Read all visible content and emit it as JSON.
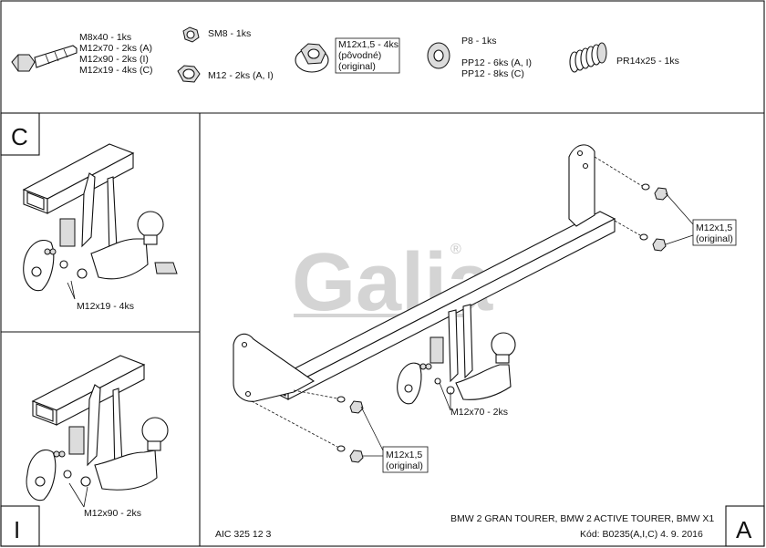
{
  "parts": {
    "bolt": [
      "M8x40 - 1ks",
      "M12x70 - 2ks (A)",
      "M12x90 - 2ks (I)",
      "M12x19 - 4ks (C)"
    ],
    "nut_sm8": "SM8 - 1ks",
    "nut_m12": "M12 - 2ks (A, I)",
    "flange_nut": [
      "M12x1,5 - 4ks",
      "(pôvodné)",
      "(original)"
    ],
    "washer": [
      "P8 - 1ks",
      "PP12 - 6ks (A, I)",
      "PP12 - 8ks (C)"
    ],
    "spring": "PR14x25 - 1ks"
  },
  "panels": {
    "c_letter": "C",
    "c_callout": "M12x19 - 4ks",
    "i_letter": "I",
    "i_callout": "M12x90 - 2ks",
    "a_letter": "A"
  },
  "main": {
    "logo": "Galia",
    "logo_reg": "®",
    "callout_top": [
      "M12x1,5",
      "(original)"
    ],
    "callout_bottom": [
      "M12x1,5",
      "(original)"
    ],
    "callout_bolt": "M12x70 - 2ks"
  },
  "footer": {
    "code": "AIC 325 12 3",
    "vehicles": "BMW 2 GRAN TOURER, BMW 2 ACTIVE TOURER, BMW X1",
    "kod": "Kód: B0235(A,I,C)  4. 9. 2016"
  }
}
